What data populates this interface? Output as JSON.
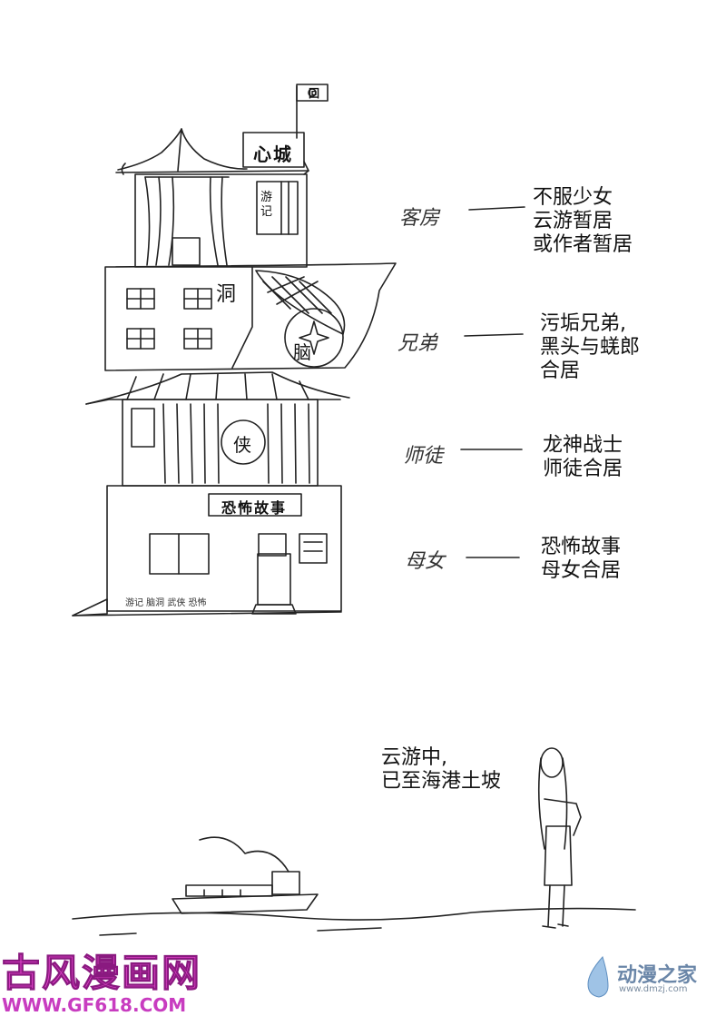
{
  "building": {
    "flag_symbol": "回",
    "roof_sign": "心城",
    "floor1_window_label": "游记",
    "floor2_char_left": "洞",
    "floor2_char_circle": "脑",
    "floor3_char_circle": "侠",
    "floor4_sign": "恐怖故事",
    "floor4_wall_text": "游记  脑洞  武侠  恐怖"
  },
  "annotations": [
    {
      "handwritten": "客房",
      "description": "不服少女\n云游暂居\n或作者暂居"
    },
    {
      "handwritten": "兄弟",
      "description": "污垢兄弟,\n黑头与蜣郎\n合居"
    },
    {
      "handwritten": "师徒",
      "description": "龙神战士\n师徒合居"
    },
    {
      "handwritten": "母女",
      "description": "恐怖故事\n母女合居"
    }
  ],
  "scene_caption": "云游中,\n已至海港土坡",
  "watermark_left": {
    "name": "古风漫画网",
    "url": "WWW.GF618.COM"
  },
  "watermark_right": {
    "name": "动漫之家",
    "url": "www.dmzj.com"
  },
  "colors": {
    "ink": "#111111",
    "watermark_pink": "#e040c8",
    "watermark_blue": "#6a86a8"
  }
}
